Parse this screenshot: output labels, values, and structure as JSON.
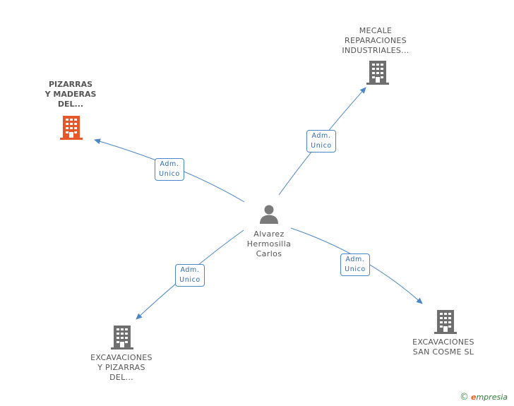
{
  "center": {
    "lines": [
      "Alvarez",
      "Hermosilla",
      "Carlos"
    ]
  },
  "edge_label": {
    "lines": [
      "Adm.",
      "Unico"
    ]
  },
  "nodes": [
    {
      "id": "pizarras",
      "lines": [
        "PIZARRAS",
        "Y MADERAS",
        "DEL..."
      ],
      "highlighted": true,
      "icon_color": "#e8572a"
    },
    {
      "id": "mecale",
      "lines": [
        "MECALE",
        "REPARACIONES",
        "INDUSTRIALES..."
      ],
      "highlighted": false,
      "icon_color": "#6f6f6f"
    },
    {
      "id": "excavaciones_pizarras",
      "lines": [
        "EXCAVACIONES",
        "Y PIZARRAS",
        "DEL..."
      ],
      "highlighted": false,
      "icon_color": "#6f6f6f"
    },
    {
      "id": "excavaciones_sancosme",
      "lines": [
        "EXCAVACIONES",
        "SAN COSME SL"
      ],
      "highlighted": false,
      "icon_color": "#6f6f6f"
    }
  ],
  "colors": {
    "edge": "#4a86c8",
    "person": "#7a7a7a"
  },
  "footer": {
    "copyright": "©",
    "brand_initial": "e",
    "brand_rest": "mpresia"
  }
}
